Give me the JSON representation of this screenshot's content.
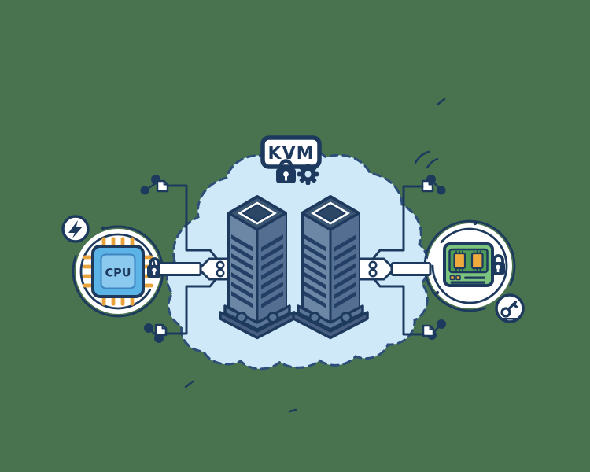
{
  "illustration": {
    "name": "KVM cloud virtualization illustration",
    "kvm": {
      "label": "KVM"
    },
    "cpu": {
      "label": "CPU"
    },
    "colors": {
      "background": "#49734F",
      "navy": "#1D3A5E",
      "cloud_fill": "#CFE9F9",
      "cloud_stroke": "#2D4E78",
      "white": "#FFFFFF",
      "chip_body": "#5CB3E6",
      "chip_inner": "#8CC9EF",
      "pin_gold": "#EAA23B",
      "board_green": "#7CC47D",
      "board_panel": "#4F9C58",
      "board_chip_orange": "#EFAA3E",
      "tower_face_left": "#6C87A5",
      "tower_face_right": "#536E90",
      "tower_top": "#3B5673",
      "tower_slat": "#243F66",
      "tower_base": "#5A7496",
      "tower_base_dark": "#475E80"
    },
    "icons": [
      "kvm-monitor-icon",
      "padlock-icon",
      "gear-icon",
      "cloud-icon",
      "server-tower-icon",
      "cpu-chip-icon",
      "lightning-bolt-icon",
      "memory-board-icon",
      "key-icon",
      "file-node-icon",
      "circuit-trace-icon"
    ]
  }
}
